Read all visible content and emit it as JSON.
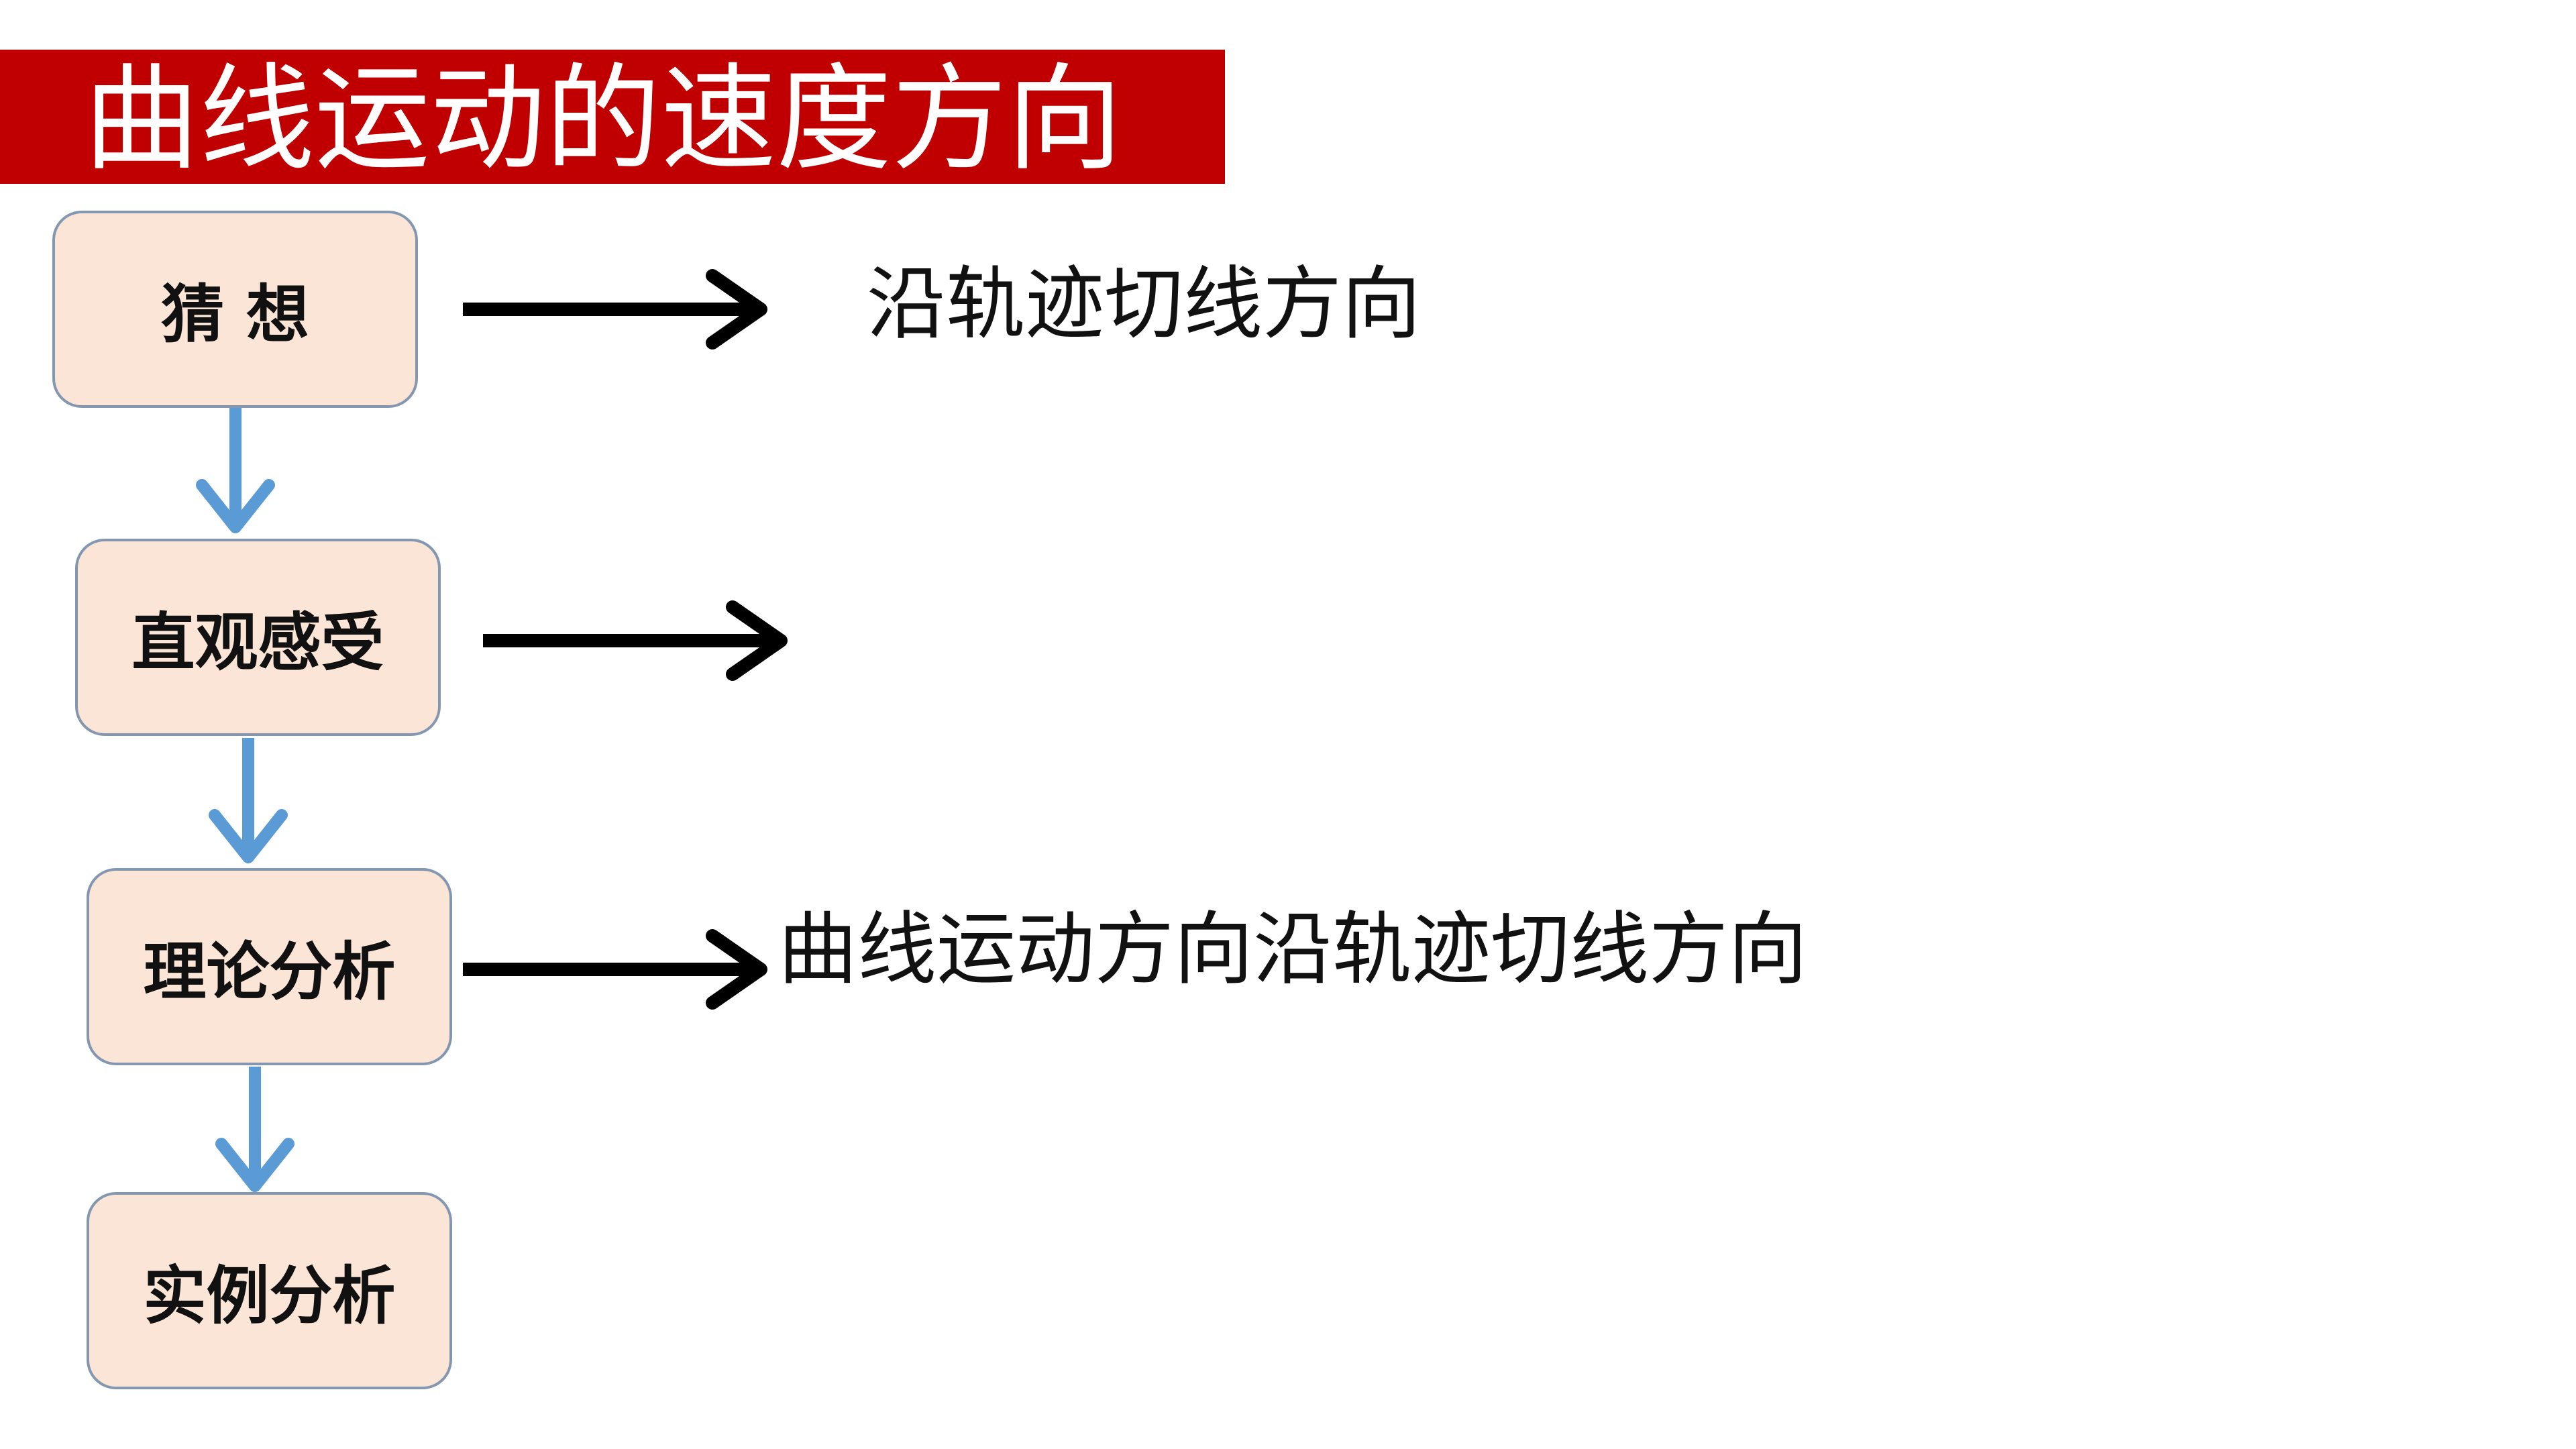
{
  "title": "曲线运动的速度方向",
  "steps": [
    {
      "label": "猜 想",
      "result": "沿轨迹切线方向"
    },
    {
      "label": "直观感受",
      "result": ""
    },
    {
      "label": "理论分析",
      "result": "曲线运动方向沿轨迹切线方向"
    },
    {
      "label": "实例分析",
      "result": ""
    }
  ],
  "colors": {
    "title_bg": "#c00000",
    "title_text": "#ffffff",
    "box_fill": "#fbe5d6",
    "box_border": "#8497b0",
    "down_arrow": "#5b9bd5",
    "right_arrow": "#000000"
  }
}
